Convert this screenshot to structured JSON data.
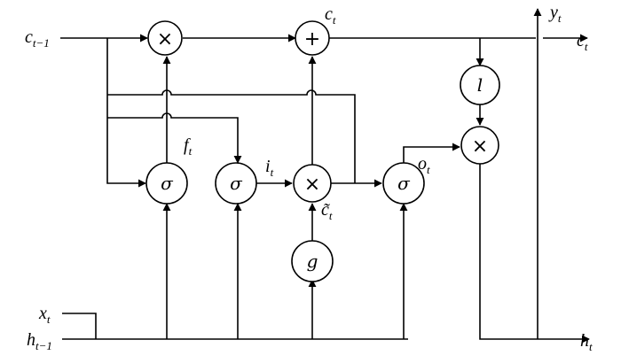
{
  "nodes": {
    "forget_mult": "×",
    "cell_add": "+",
    "forget_gate": "σ",
    "input_gate": "σ",
    "input_mult": "×",
    "output_gate": "σ",
    "candidate": "g",
    "cell_transform": "l",
    "output_mult": "×"
  },
  "labels": {
    "c_prev": {
      "base": "c",
      "sub": "t−1"
    },
    "h_prev": {
      "base": "h",
      "sub": "t−1"
    },
    "x_t": {
      "base": "x",
      "sub": "t"
    },
    "c_t_top": {
      "base": "c",
      "sub": "t"
    },
    "c_t_out": {
      "base": "c",
      "sub": "t"
    },
    "y_t": {
      "base": "y",
      "sub": "t"
    },
    "h_t": {
      "base": "h",
      "sub": "t"
    },
    "f_t": {
      "base": "f",
      "sub": "t"
    },
    "i_t": {
      "base": "i",
      "sub": "t"
    },
    "o_t": {
      "base": "o",
      "sub": "t"
    },
    "c_tilde": {
      "base": "c̃",
      "sub": "t"
    }
  }
}
